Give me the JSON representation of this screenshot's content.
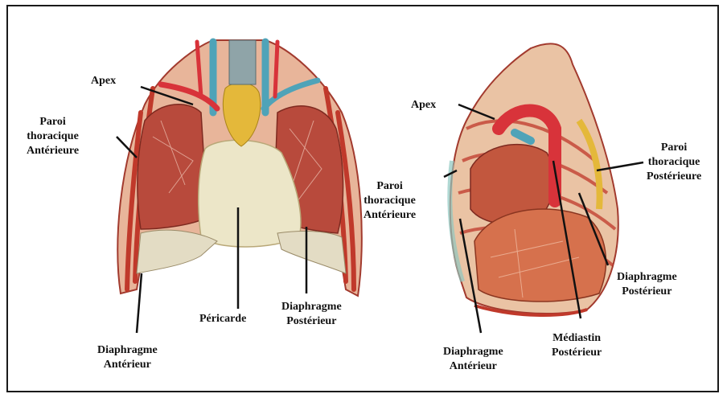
{
  "labels": {
    "left": {
      "apex": "Apex",
      "paroi_anterieure": [
        "Paroi",
        "thoracique",
        "Antérieure"
      ],
      "pericarde": "Péricarde",
      "diaphragme_posterieur": [
        "Diaphragme",
        "Postérieur"
      ],
      "diaphragme_anterieur": [
        "Diaphragme",
        "Antérieur"
      ]
    },
    "right": {
      "apex": "Apex",
      "paroi_anterieure": [
        "Paroi",
        "thoracique",
        "Antérieure"
      ],
      "paroi_posterieure": [
        "Paroi",
        "thoracique",
        "Postérieure"
      ],
      "diaphragme_posterieur": [
        "Diaphragme",
        "Postérieur"
      ],
      "mediastin_posterieur": [
        "Médiastin",
        "Postérieur"
      ],
      "diaphragme_anterieur": [
        "Diaphragme",
        "Antérieur"
      ]
    }
  },
  "colors": {
    "lung": "#b84a3c",
    "rib": "#c0392b",
    "pericardium": "#ece6c8",
    "vessel_blue": "#4fa3b8",
    "aorta": "#d8333a",
    "thymus": "#e4b83a"
  }
}
